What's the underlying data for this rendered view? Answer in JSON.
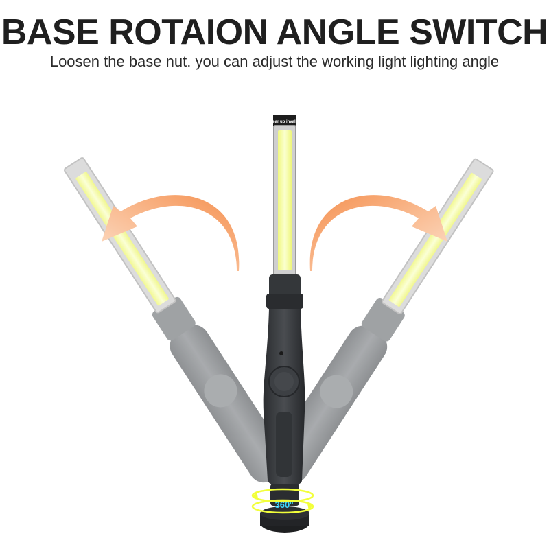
{
  "headline": "BASE ROTAION ANGLE SWITCH",
  "subheadline": "Loosen the base nut. you can adjust the working light lighting angle",
  "lamp_cap_label": "Tear up invalid",
  "rotation_label": "360°",
  "colors": {
    "arrow": "#f7a26a",
    "lamp_body_main": "#3a3d40",
    "lamp_body_faded": "#8c8f91",
    "cob_light": "#f4ff9a",
    "rotation_ring": "#f2ff3a",
    "rotation_text": "#3ad7ff"
  }
}
